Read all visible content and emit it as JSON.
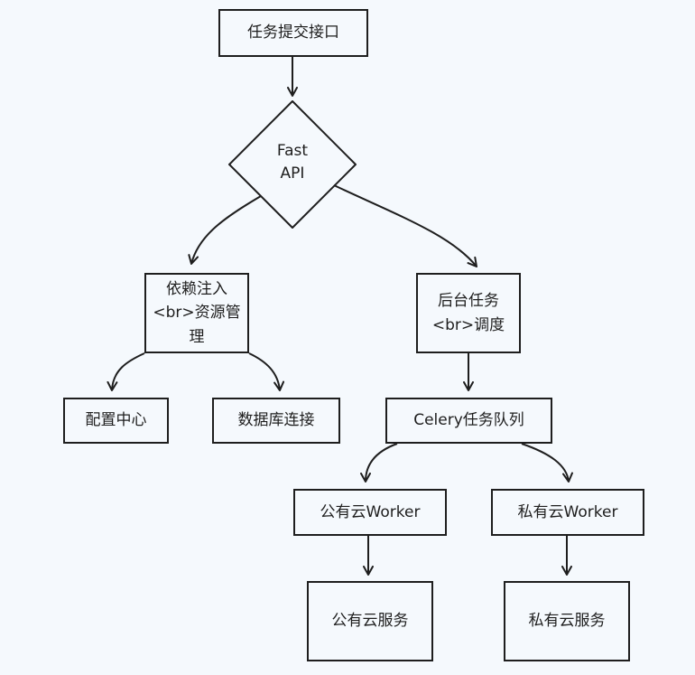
{
  "nodes": {
    "submit": "任务提交接口",
    "fastapi_line1": "Fast",
    "fastapi_line2": "API",
    "di_line1": "依赖注入",
    "di_line2": "<br>资源管",
    "di_line3": "理",
    "bg_line1": "后台任务",
    "bg_line2": "<br>调度",
    "config": "配置中心",
    "db": "数据库连接",
    "celery": "Celery任务队列",
    "public_worker": "公有云Worker",
    "private_worker": "私有云Worker",
    "public_service": "公有云服务",
    "private_service": "私有云服务"
  },
  "edges": [
    {
      "from": "submit",
      "to": "fastapi"
    },
    {
      "from": "fastapi",
      "to": "di"
    },
    {
      "from": "fastapi",
      "to": "bg"
    },
    {
      "from": "di",
      "to": "config"
    },
    {
      "from": "di",
      "to": "db"
    },
    {
      "from": "bg",
      "to": "celery"
    },
    {
      "from": "celery",
      "to": "public_worker"
    },
    {
      "from": "celery",
      "to": "private_worker"
    },
    {
      "from": "public_worker",
      "to": "public_service"
    },
    {
      "from": "private_worker",
      "to": "private_service"
    }
  ],
  "colors": {
    "stroke": "#1e1e1e",
    "background": "#f5f9fd"
  }
}
